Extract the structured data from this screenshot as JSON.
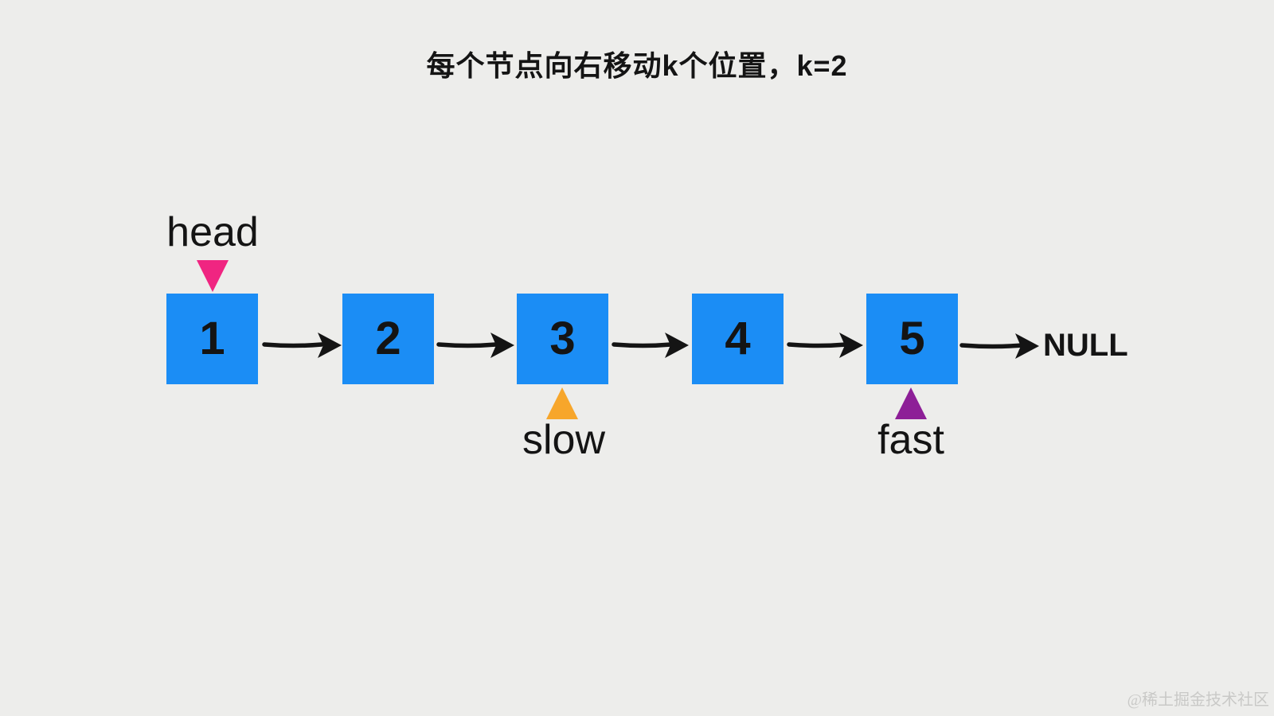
{
  "title": "每个节点向右移动k个位置，k=2",
  "list": {
    "nodes": [
      {
        "value": "1"
      },
      {
        "value": "2"
      },
      {
        "value": "3"
      },
      {
        "value": "4"
      },
      {
        "value": "5"
      }
    ],
    "terminator": "NULL"
  },
  "pointers": {
    "head": {
      "label": "head",
      "color": "#F02581",
      "direction": "down",
      "points_to_node": "1"
    },
    "slow": {
      "label": "slow",
      "color": "#F7A62B",
      "direction": "up",
      "points_to_node": "3"
    },
    "fast": {
      "label": "fast",
      "color": "#8D1F97",
      "direction": "up",
      "points_to_node": "5"
    }
  },
  "colors": {
    "background": "#EDEDEB",
    "node_fill": "#1B8DF5",
    "arrow_and_text": "#141414",
    "watermark": "#C9C9C7"
  },
  "watermark": "@稀土掘金技术社区"
}
